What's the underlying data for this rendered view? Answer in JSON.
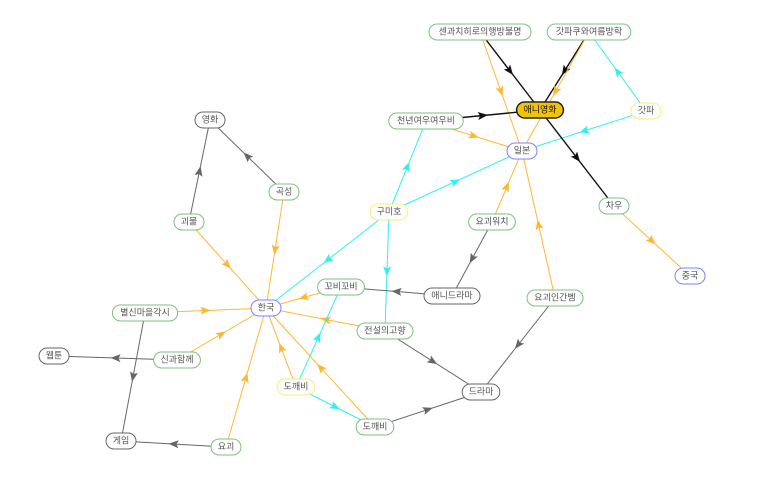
{
  "colors": {
    "green": "#7cc07c",
    "blue": "#8080ff",
    "yellow": "#f2f27a",
    "gray": "#666666",
    "highlight_fill": "#f5c400",
    "edge_orange": "#ffb733",
    "edge_cyan": "#33f0f0",
    "edge_black": "#111111",
    "edge_gray": "#666666"
  },
  "nodes": [
    {
      "id": "senko",
      "label": "센과치히로의행방불명",
      "kind": "green"
    },
    {
      "id": "gatpa2",
      "label": "갓파쿠와여름방학",
      "kind": "green"
    },
    {
      "id": "ani",
      "label": "애니영화",
      "kind": "highlight"
    },
    {
      "id": "gatpa",
      "label": "갓파",
      "kind": "yellow"
    },
    {
      "id": "cheonnyeon",
      "label": "천년여우여우비",
      "kind": "green"
    },
    {
      "id": "ilbon",
      "label": "일본",
      "kind": "blue"
    },
    {
      "id": "yeonghwa",
      "label": "영화",
      "kind": "gray"
    },
    {
      "id": "goksung",
      "label": "곡성",
      "kind": "green"
    },
    {
      "id": "gwemul",
      "label": "괴물",
      "kind": "green"
    },
    {
      "id": "gumiho",
      "label": "구미호",
      "kind": "yellow"
    },
    {
      "id": "yogoewatch",
      "label": "요괴워치",
      "kind": "green"
    },
    {
      "id": "chau",
      "label": "차우",
      "kind": "green"
    },
    {
      "id": "jungguk",
      "label": "중국",
      "kind": "blue"
    },
    {
      "id": "kkobi",
      "label": "꼬비꼬비",
      "kind": "green"
    },
    {
      "id": "anidrama",
      "label": "애니드라마",
      "kind": "gray"
    },
    {
      "id": "yogoeingan",
      "label": "요괴인간벰",
      "kind": "green"
    },
    {
      "id": "hanguk",
      "label": "한국",
      "kind": "blue"
    },
    {
      "id": "byeolsin",
      "label": "별신마을각시",
      "kind": "green"
    },
    {
      "id": "jeonseol",
      "label": "전설의고향",
      "kind": "green"
    },
    {
      "id": "webtoon",
      "label": "웹툰",
      "kind": "gray"
    },
    {
      "id": "sinkwa",
      "label": "신과함께",
      "kind": "green"
    },
    {
      "id": "dokkaebi_y",
      "label": "도깨비",
      "kind": "yellow"
    },
    {
      "id": "drama",
      "label": "드라마",
      "kind": "gray"
    },
    {
      "id": "dokkaebi_g",
      "label": "도깨비",
      "kind": "green"
    },
    {
      "id": "game",
      "label": "게임",
      "kind": "gray"
    },
    {
      "id": "yogoe",
      "label": "요괴",
      "kind": "green"
    }
  ],
  "edges": [
    {
      "from": "senko",
      "to": "ani",
      "kind": "black"
    },
    {
      "from": "senko",
      "to": "ilbon",
      "kind": "orange"
    },
    {
      "from": "gatpa2",
      "to": "ani",
      "kind": "black"
    },
    {
      "from": "gatpa2",
      "to": "ilbon",
      "kind": "orange"
    },
    {
      "from": "gatpa",
      "to": "gatpa2",
      "kind": "cyan"
    },
    {
      "from": "gatpa",
      "to": "ilbon",
      "kind": "cyan"
    },
    {
      "from": "cheonnyeon",
      "to": "ani",
      "kind": "black"
    },
    {
      "from": "cheonnyeon",
      "to": "ilbon",
      "kind": "orange"
    },
    {
      "from": "ani",
      "to": "chau",
      "kind": "black"
    },
    {
      "from": "gumiho",
      "to": "cheonnyeon",
      "kind": "cyan"
    },
    {
      "from": "gumiho",
      "to": "ilbon",
      "kind": "cyan"
    },
    {
      "from": "gumiho",
      "to": "hanguk",
      "kind": "cyan"
    },
    {
      "from": "gumiho",
      "to": "jeonseol",
      "kind": "cyan"
    },
    {
      "from": "goksung",
      "to": "yeonghwa",
      "kind": "gray"
    },
    {
      "from": "goksung",
      "to": "hanguk",
      "kind": "orange"
    },
    {
      "from": "gwemul",
      "to": "yeonghwa",
      "kind": "gray"
    },
    {
      "from": "gwemul",
      "to": "hanguk",
      "kind": "orange"
    },
    {
      "from": "yogoewatch",
      "to": "ilbon",
      "kind": "orange"
    },
    {
      "from": "yogoewatch",
      "to": "anidrama",
      "kind": "gray"
    },
    {
      "from": "anidrama",
      "to": "kkobi",
      "kind": "gray"
    },
    {
      "from": "kkobi",
      "to": "hanguk",
      "kind": "orange"
    },
    {
      "from": "yogoeingan",
      "to": "ilbon",
      "kind": "orange"
    },
    {
      "from": "yogoeingan",
      "to": "drama",
      "kind": "gray"
    },
    {
      "from": "chau",
      "to": "jungguk",
      "kind": "orange"
    },
    {
      "from": "byeolsin",
      "to": "hanguk",
      "kind": "orange"
    },
    {
      "from": "byeolsin",
      "to": "game",
      "kind": "gray"
    },
    {
      "from": "jeonseol",
      "to": "hanguk",
      "kind": "orange"
    },
    {
      "from": "jeonseol",
      "to": "drama",
      "kind": "gray"
    },
    {
      "from": "sinkwa",
      "to": "hanguk",
      "kind": "orange"
    },
    {
      "from": "sinkwa",
      "to": "webtoon",
      "kind": "gray"
    },
    {
      "from": "dokkaebi_y",
      "to": "hanguk",
      "kind": "orange"
    },
    {
      "from": "dokkaebi_y",
      "to": "kkobi",
      "kind": "cyan"
    },
    {
      "from": "dokkaebi_y",
      "to": "dokkaebi_g",
      "kind": "cyan"
    },
    {
      "from": "dokkaebi_g",
      "to": "hanguk",
      "kind": "orange"
    },
    {
      "from": "dokkaebi_g",
      "to": "drama",
      "kind": "gray"
    },
    {
      "from": "yogoe",
      "to": "hanguk",
      "kind": "orange"
    },
    {
      "from": "yogoe",
      "to": "game",
      "kind": "gray"
    }
  ]
}
